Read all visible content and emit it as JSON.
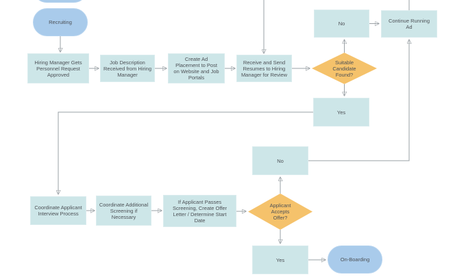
{
  "diagram": {
    "type": "flowchart",
    "subject": "recruiting-hiring-process",
    "background": "#ffffff",
    "colors": {
      "process_fill": "#cde6e8",
      "terminator_fill": "#a9cbeb",
      "decision_fill": "#f5c26b",
      "connector_line": "#9aa0a5",
      "arrowhead": "#44484c",
      "text": "#4d5156"
    },
    "nodes": {
      "start": {
        "type": "terminator",
        "label": "Recruiting"
      },
      "request_approved": {
        "type": "process",
        "label": "Hiring Manager Gets\nPersonnel Request\nApproved"
      },
      "job_description": {
        "type": "process",
        "label": "Job Description\nReceived from Hiring\nManager"
      },
      "create_ad": {
        "type": "process",
        "label": "Create Ad\nPlacement to Post\non Website and Job\nPortals"
      },
      "receive_resumes": {
        "type": "process",
        "label": "Receive and Send\nResumes to Hiring\nManager for Review"
      },
      "suitable_candidate": {
        "type": "decision",
        "label": "Suitable\nCandidate\nFound?"
      },
      "no1": {
        "type": "process",
        "label": "No"
      },
      "continue_ad": {
        "type": "process",
        "label": "Continue Running\nAd"
      },
      "yes1": {
        "type": "process",
        "label": "Yes"
      },
      "interview": {
        "type": "process",
        "label": "Coordinate Applicant\nInterview Process"
      },
      "screening": {
        "type": "process",
        "label": "Coordinate Additional\nScreening if\nNecessary"
      },
      "offer_letter": {
        "type": "process",
        "label": "If Applicant Passes\nScreening, Create Offer\nLetter / Determine Start\nDate"
      },
      "accepts_offer": {
        "type": "decision",
        "label": "Applicant\nAccepts\nOffer?"
      },
      "no2": {
        "type": "process",
        "label": "No"
      },
      "yes2": {
        "type": "process",
        "label": "Yes"
      },
      "onboarding": {
        "type": "terminator",
        "label": "On-Boarding"
      }
    },
    "connectors": [
      {
        "from": "start",
        "to": "request_approved"
      },
      {
        "from": "request_approved",
        "to": "job_description"
      },
      {
        "from": "job_description",
        "to": "create_ad"
      },
      {
        "from": "create_ad",
        "to": "receive_resumes"
      },
      {
        "from": "offscreen_top_left",
        "to": "receive_resumes"
      },
      {
        "from": "receive_resumes",
        "to": "suitable_candidate"
      },
      {
        "from": "suitable_candidate",
        "to": "no1"
      },
      {
        "from": "no1",
        "to": "continue_ad"
      },
      {
        "from": "offscreen_top_right",
        "to": "continue_ad"
      },
      {
        "from": "suitable_candidate",
        "to": "yes1"
      },
      {
        "from": "yes1",
        "to": "interview"
      },
      {
        "from": "interview",
        "to": "screening"
      },
      {
        "from": "screening",
        "to": "offer_letter"
      },
      {
        "from": "offer_letter",
        "to": "accepts_offer"
      },
      {
        "from": "accepts_offer",
        "to": "no2"
      },
      {
        "from": "no2",
        "to": "continue_ad"
      },
      {
        "from": "accepts_offer",
        "to": "yes2"
      },
      {
        "from": "yes2",
        "to": "onboarding"
      }
    ]
  }
}
